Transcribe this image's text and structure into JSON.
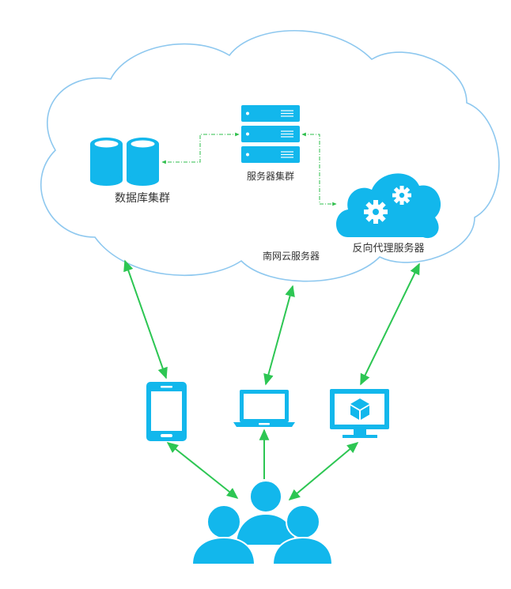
{
  "cloud": {
    "title": "南网云服务器",
    "nodes": {
      "database": {
        "label": "数据库集群",
        "icon": "database-cluster-icon"
      },
      "servers": {
        "label": "服务器集群",
        "icon": "server-rack-icon"
      },
      "proxy": {
        "label": "反向代理服务器",
        "icon": "cloud-gears-icon"
      }
    }
  },
  "devices": [
    {
      "name": "smartphone",
      "icon": "smartphone-icon"
    },
    {
      "name": "laptop",
      "icon": "laptop-icon"
    },
    {
      "name": "desktop",
      "icon": "desktop-monitor-icon"
    }
  ],
  "users": {
    "icon": "users-group-icon"
  },
  "colors": {
    "icon_blue": "#12b7ec",
    "cloud_outline": "#8ec8ef",
    "arrow_green": "#2dc653",
    "dashed_green": "#2fbf4c",
    "text": "#333333"
  }
}
